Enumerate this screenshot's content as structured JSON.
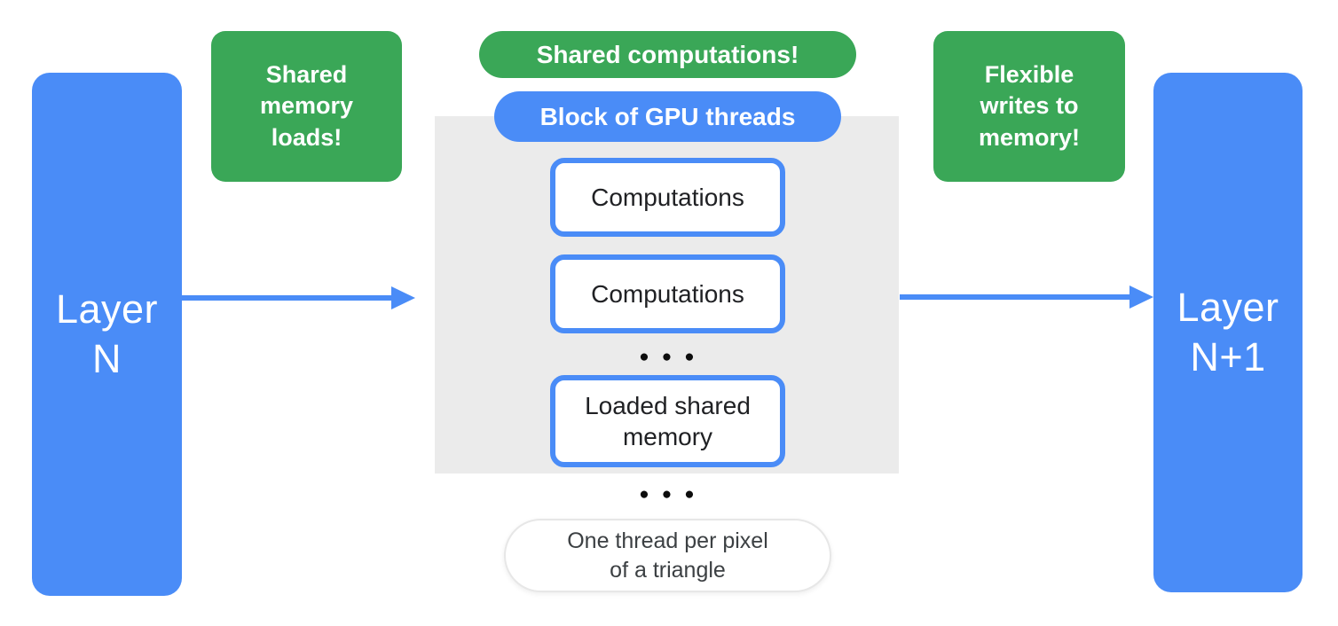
{
  "diagram": {
    "left_layer": {
      "label": "Layer\nN"
    },
    "right_layer": {
      "label": "Layer\nN+1"
    },
    "callout_left": {
      "label": "Shared\nmemory\nloads!"
    },
    "callout_top": {
      "label": "Shared computations!"
    },
    "callout_right": {
      "label": "Flexible\nwrites to\nmemory!"
    },
    "gpu_block": {
      "title": "Block of GPU threads",
      "items": [
        "Computations",
        "Computations",
        "Loaded shared memory"
      ],
      "ellipsis": "●●●"
    },
    "note": {
      "label": "One thread per pixel\nof a triangle"
    },
    "colors": {
      "blue": "#4A8CF7",
      "green": "#3AA757",
      "block_gray": "#EBEBEB",
      "text_dark": "#202124"
    }
  }
}
